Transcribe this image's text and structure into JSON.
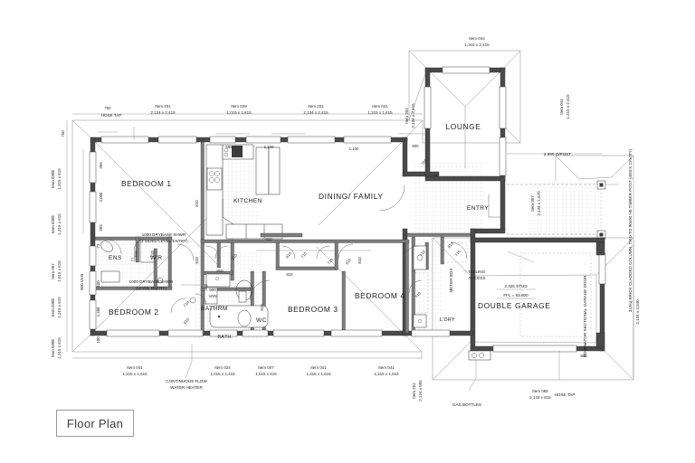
{
  "document": {
    "title_block": "Floor Plan"
  },
  "rooms": [
    {
      "name": "BEDROOM 1"
    },
    {
      "name": "BEDROOM 2"
    },
    {
      "name": "BEDROOM 3"
    },
    {
      "name": "BEDROOM 4"
    },
    {
      "name": "KITCHEN"
    },
    {
      "name": "DINING/ FAMILY"
    },
    {
      "name": "LOUNGE"
    },
    {
      "name": "ENTRY"
    },
    {
      "name": "DOUBLE GARAGE"
    },
    {
      "name": "BATHRM"
    },
    {
      "name": "WC"
    },
    {
      "name": "ENS"
    },
    {
      "name": "W'R"
    },
    {
      "name": "L'DRY"
    },
    {
      "name": "BATH"
    }
  ],
  "room_labels": {
    "bedroom1": "BEDROOM 1",
    "bedroom2": "BEDROOM 2",
    "bedroom3": "BEDROOM 3",
    "bedroom4": "BEDROOM 4",
    "kitchen": "KITCHEN",
    "dining_family": "DINING/ FAMILY",
    "lounge": "LOUNGE",
    "entry": "ENTRY",
    "garage": "DOUBLE GARAGE",
    "bathroom": "BATHRM",
    "wc": "WC",
    "ensuite": "ENS",
    "wardrobe": "W'R",
    "laundry": "L'DRY",
    "bath": "BATH"
  },
  "top_window_schedule": [
    {
      "item": "Item 201",
      "size": "2,134 x 2,415"
    },
    {
      "item": "Item 029",
      "size": "1,015 x 1,615"
    },
    {
      "item": "Item 201",
      "size": "2,134 x 2,415"
    },
    {
      "item": "Item 041",
      "size": "1,315 x 1,615"
    }
  ],
  "top_vertical_schedule": [
    {
      "item": "Item 201",
      "size": "2,134 x 2,415"
    },
    {
      "item": "Item 044",
      "size": "1,315 x 2,415"
    }
  ],
  "lounge_schedule": {
    "item": "Item 044",
    "size": "1,315 x 2,415"
  },
  "right_schedule": [
    {
      "item": "Item 044",
      "size": "1,315 x 2,415"
    },
    {
      "item": "Item 307",
      "size": "2,134 x 1,570"
    },
    {
      "size": "2,134 x 4,540"
    }
  ],
  "left_window_schedule": [
    {
      "item": "Item 038b",
      "size": "1,315 x 615"
    },
    {
      "item": "Item 038b",
      "size": "1,315 x 615"
    },
    {
      "item": "Item 007",
      "size": "1,015 x 615"
    },
    {
      "item": "Item 038b",
      "size": "1,315 x 615"
    },
    {
      "item": "Item 038b",
      "size": "1,315 x 615"
    }
  ],
  "bottom_window_schedule": [
    {
      "item": "Item 041",
      "size": "1,315 x 1,615"
    },
    {
      "item": "Item 024",
      "size": "1,015 x 1,415"
    },
    {
      "item": "Item 007",
      "size": "1,015 x 615"
    },
    {
      "item": "Item 041",
      "size": "1,315 x 1,615"
    },
    {
      "item": "Item 041",
      "size": "1,315 x 1,615"
    },
    {
      "item": "Item 252",
      "size": "2,134 x 895"
    },
    {
      "item": "Item 085",
      "size": "2,134 x 815"
    }
  ],
  "annotations": {
    "hose_tap_top": "HOSE TAP",
    "hose_tap_bottom": "HOSE TAP",
    "gas_bottles": "GAS BOTTLES",
    "water_heater": "CONTINUOUS FLOW\nWATER HEATER",
    "water_heater_l1": "CONTINUOUS FLOW",
    "water_heater_l2": "WATER HEATER",
    "drybase_shwr_3sided_l1": "1000 DRYBASE SHWR",
    "drybase_shwr_3sided_l2": "(3 SIDED LEVEL ENTRY)",
    "drybase_shwr_level_l1": "1000 DRYBASE SHWR",
    "drybase_shwr_level_l2": "(LEVEL ENTRY)",
    "meter_box": "METER BOX",
    "ceiling_access_l1": "CEILING",
    "ceiling_access_l2": "ACCESS",
    "stud_height": "2.425 STUD",
    "ffl": "FFL = 93.800",
    "garage_door": "DOMINATOR SECTIONAL GARAGE DOOR",
    "brick_column": "310sq BRICK CLADDED COLUMN, TIED TO 90x90 H5 TIMBER POST (40mm CAVITY)",
    "o_post": "2.590 O/POST",
    "van_900_l1": "900",
    "van_900_l2": "VAN",
    "van_900_vert": "900 VAN"
  },
  "dimensions": {
    "d750": "750",
    "d750b": "750",
    "d355a": "355",
    "d2000": "2,000",
    "d355b": "355",
    "d73": "73",
    "d100a": "100",
    "d1480": "1,480",
    "d100b": "100",
    "d555": "555",
    "d1100a": "1,100",
    "d1100b": "1,100",
    "d800a": "800",
    "d750c": "750",
    "d740": "740",
    "d810": "810",
    "d710": "710",
    "d350": "350",
    "d800b": "800",
    "d2590": "2.590 O/POST",
    "d2134x4540": "2,134 x 4,540"
  },
  "door_widths": [
    "810",
    "710",
    "810",
    "810",
    "810",
    "810",
    "810",
    "810",
    "710",
    "810",
    "710",
    "810"
  ],
  "colors": {
    "wall": "#4a4a4a",
    "line": "#2f2f2f",
    "text": "#1c1c1c",
    "background": "#ffffff",
    "title_border": "#9a9a9a"
  }
}
